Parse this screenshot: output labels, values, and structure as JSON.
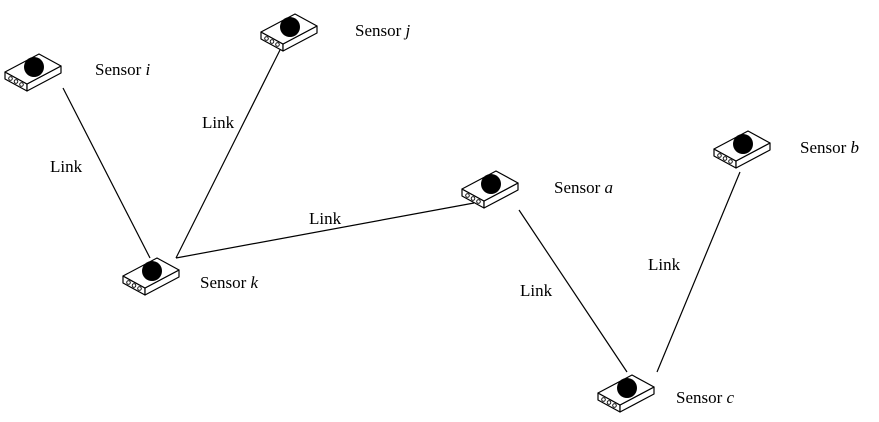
{
  "link_label": "Link",
  "sensors": [
    {
      "id": "i",
      "prefix": "Sensor",
      "letter": "i"
    },
    {
      "id": "j",
      "prefix": "Sensor",
      "letter": "j"
    },
    {
      "id": "k",
      "prefix": "Sensor",
      "letter": "k"
    },
    {
      "id": "a",
      "prefix": "Sensor",
      "letter": "a"
    },
    {
      "id": "b",
      "prefix": "Sensor",
      "letter": "b"
    },
    {
      "id": "c",
      "prefix": "Sensor",
      "letter": "c"
    }
  ],
  "links": [
    {
      "from": "i",
      "to": "k",
      "label": "Link"
    },
    {
      "from": "j",
      "to": "k",
      "label": "Link"
    },
    {
      "from": "k",
      "to": "a",
      "label": "Link"
    },
    {
      "from": "a",
      "to": "c",
      "label": "Link"
    },
    {
      "from": "b",
      "to": "c",
      "label": "Link"
    }
  ]
}
